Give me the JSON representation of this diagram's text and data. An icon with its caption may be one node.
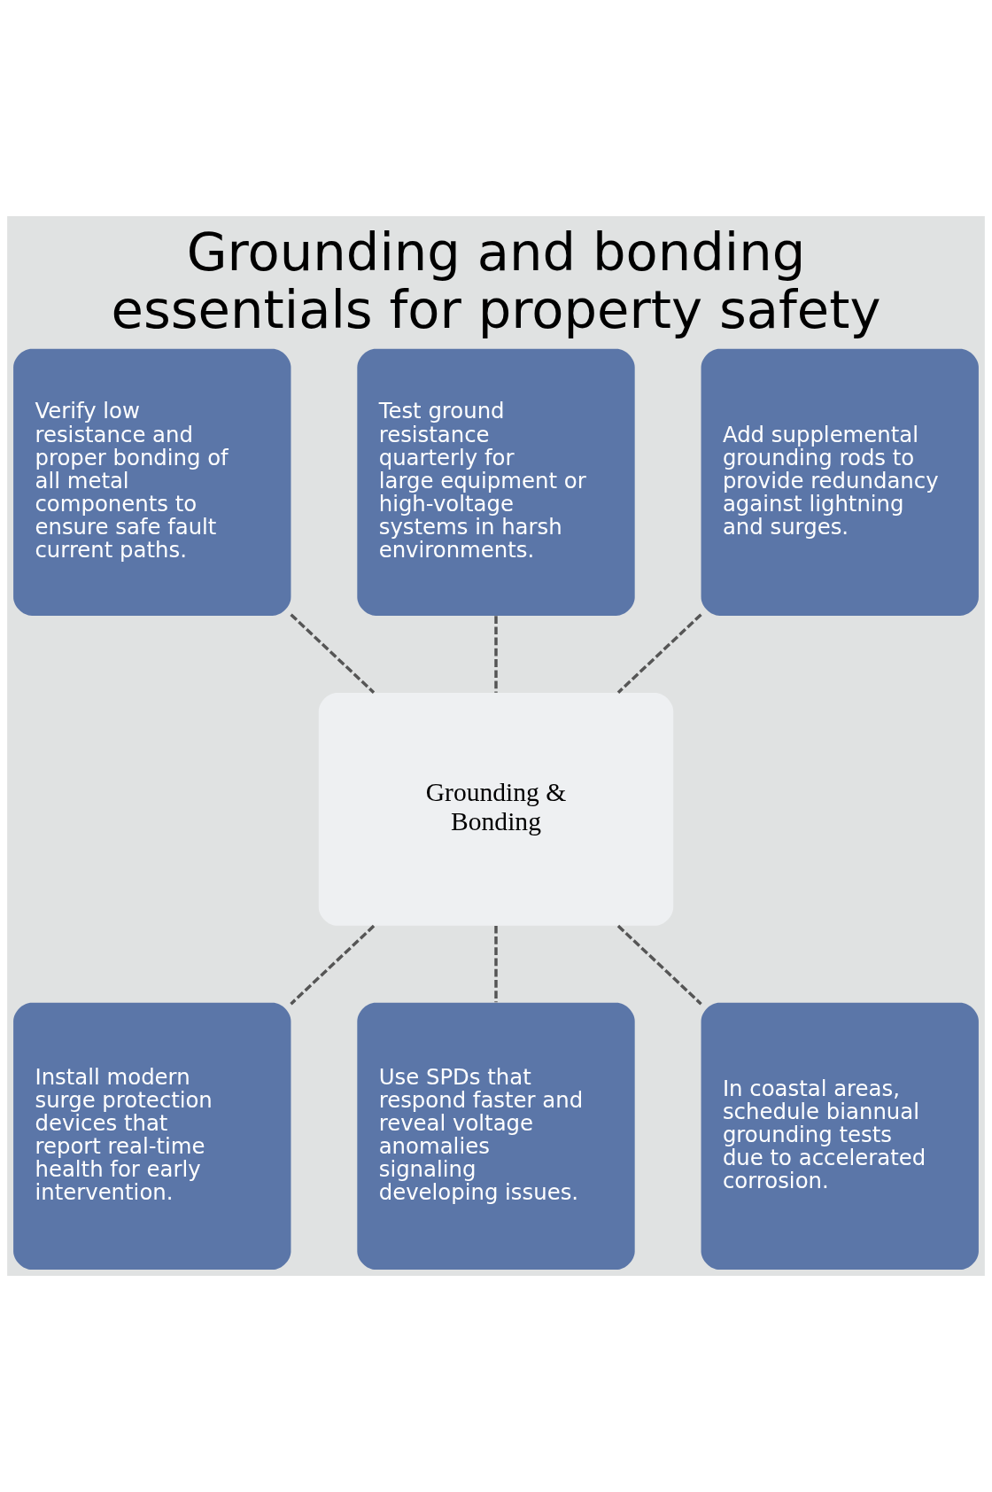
{
  "diagram": {
    "title": "Grounding and bonding essentials for property safety",
    "nodes": [
      {
        "text": [
          "Verify low resistance and proper bonding of all metal components to ensure safe fault current paths."
        ]
      },
      {
        "text": [
          "Test ground resistance quarterly for large equipment or high-voltage systems in harsh environments."
        ]
      },
      {
        "text": [
          "Add supplemental grounding rods to provide redundancy against lightning and surges."
        ]
      },
      {
        "text": [
          "Grounding & Bonding"
        ]
      },
      {
        "text": [
          "Install modern surge protection devices that report real-time health for early intervention."
        ]
      },
      {
        "text": [
          "Use SPDs that respond faster and reveal voltage anomalies signaling developing issues."
        ]
      },
      {
        "text": [
          "In coastal areas, schedule biannual grounding tests due to accelerated corrosion."
        ]
      }
    ],
    "edges": [
      {
        "from": 0,
        "to": 3,
        "arrow": "none",
        "style": "dashed"
      },
      {
        "from": 1,
        "to": 3,
        "arrow": "none",
        "style": "dashed"
      },
      {
        "from": 2,
        "to": 3,
        "arrow": "none",
        "style": "dashed"
      },
      {
        "from": 3,
        "to": 4,
        "arrow": "none",
        "style": "dashed"
      },
      {
        "from": 3,
        "to": 5,
        "arrow": "none",
        "style": "dashed"
      },
      {
        "from": 3,
        "to": 6,
        "arrow": "none",
        "style": "dashed"
      }
    ]
  }
}
